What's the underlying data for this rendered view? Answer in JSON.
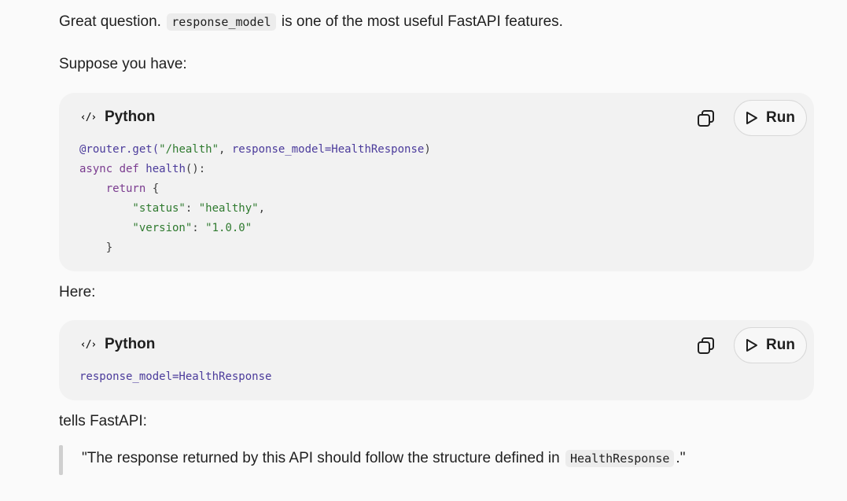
{
  "intro": {
    "before": "Great question.",
    "code": "response_model",
    "after": "is one of the most useful FastAPI features."
  },
  "suppose": "Suppose you have:",
  "block1": {
    "language": "Python",
    "run_label": "Run",
    "lines": [
      "@router.get(\"/health\", response_model=HealthResponse)",
      "async def health():",
      "    return {",
      "        \"status\": \"healthy\",",
      "        \"version\": \"1.0.0\"",
      "    }"
    ]
  },
  "here": "Here:",
  "block2": {
    "language": "Python",
    "run_label": "Run",
    "lines": [
      "response_model=HealthResponse"
    ]
  },
  "tells": "tells FastAPI:",
  "quote": {
    "before": "\"The response returned by this API should follow the structure defined in",
    "code": "HealthResponse",
    "after": ".\""
  },
  "icons": {
    "lang": "code-brackets-icon",
    "copy": "copy-icon",
    "run": "play-icon"
  }
}
